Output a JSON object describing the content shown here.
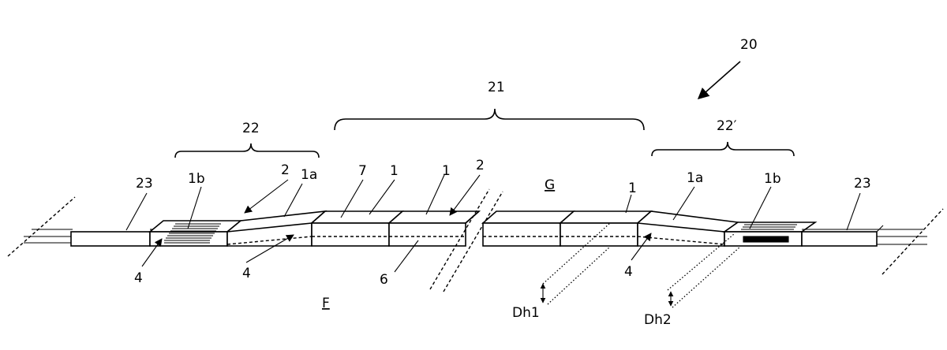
{
  "labels": {
    "road_assembly": "20",
    "central_section": "21",
    "left_transition": "22",
    "right_transition": "22′",
    "existing_left": "23",
    "existing_right": "23",
    "block_1b_left": "1b",
    "block_1a_left": "1a",
    "tape_2_left": "2",
    "block_7": "7",
    "block_1_a": "1",
    "block_1_b": "1",
    "tape_2_center": "2",
    "block_1_right": "1",
    "block_1a_right": "1a",
    "block_1b_right": "1b",
    "region_g": "G",
    "region_f": "F",
    "foundation_6": "6",
    "arrow_4_far_left": "4",
    "arrow_4_left": "4",
    "arrow_4_right": "4",
    "height_dh1": "Dh1",
    "height_dh2": "Dh2"
  },
  "colors": {
    "stroke": "#000000",
    "background": "#ffffff"
  }
}
